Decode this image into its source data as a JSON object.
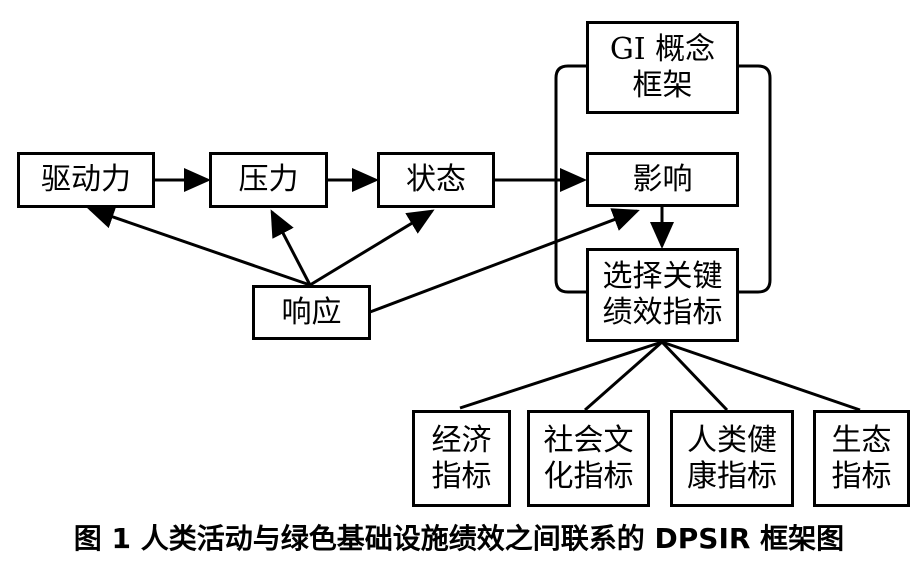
{
  "nodes": {
    "driving_force": "驱动力",
    "pressure": "压力",
    "state": "状态",
    "impact": "影响",
    "response": "响应",
    "gi_framework": {
      "line1": "GI 概念",
      "line2": "框架"
    },
    "key_indicators": {
      "line1": "选择关键",
      "line2": "绩效指标"
    },
    "economic": {
      "line1": "经济",
      "line2": "指标"
    },
    "socio_cultural": {
      "line1": "社会文",
      "line2": "化指标"
    },
    "human_health": {
      "line1": "人类健",
      "line2": "康指标"
    },
    "ecological": {
      "line1": "生态",
      "line2": "指标"
    }
  },
  "caption": "图 1   人类活动与绿色基础设施绩效之间联系的 DPSIR 框架图"
}
